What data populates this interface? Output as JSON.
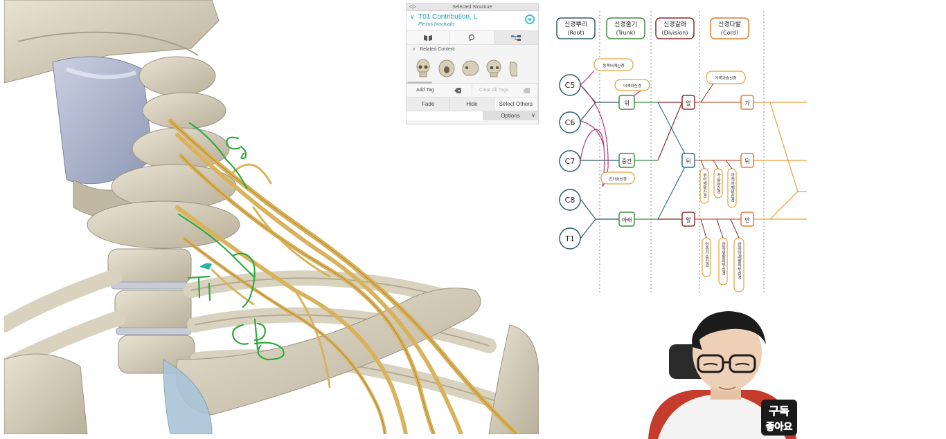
{
  "panel": {
    "window_title": "Selected Structure",
    "nav_arrows": "<|>",
    "selected_title": "T01 Contribution, L",
    "selected_latin": "Plexus brachialis",
    "selected_icon": "target-icon",
    "related_label": "Related Content",
    "add_tag_label": "Add Tag",
    "clear_tags_label": "Clear All Tags",
    "fade_label": "Fade",
    "hide_label": "Hide",
    "select_others_label": "Select Others",
    "options_label": "Options",
    "accent_color": "#1f9fb6"
  },
  "diagram": {
    "headers": [
      {
        "ko": "신경뿌리",
        "en": "(Root)",
        "color": "#2e5a6b"
      },
      {
        "ko": "신경줄기",
        "en": "(Trunk)",
        "color": "#3f8b3f"
      },
      {
        "ko": "신경갈래",
        "en": "(Division)",
        "color": "#8b2a2a"
      },
      {
        "ko": "신경다발",
        "en": "(Cord)",
        "color": "#e07a2f"
      }
    ],
    "roots": [
      "C5",
      "C6",
      "C7",
      "C8",
      "T1"
    ],
    "trunks": [
      "위",
      "중간",
      "아래"
    ],
    "divisions": [
      "앞",
      "뒤",
      "앞"
    ],
    "cords": [
      "가",
      "뒤",
      "안"
    ],
    "nerve_labels": {
      "dorsal_scapular": "등쪽어깨신경",
      "suprascapular": "어깨위신경",
      "long_thoracic": "긴가슴신경",
      "lateral_pectoral": "가쪽가슴신경",
      "upper_subscapular": "위어깨밑신경",
      "thoracodorsal": "가슴등신경",
      "lower_subscapular": "아래어깨밑신경",
      "medial_pectoral": "안쪽가슴신경",
      "medial_brachial_cutaneous": "안쪽위팔피부신경",
      "medial_antebrachial_cutaneous": "안쪽아래팔피부신경"
    }
  },
  "annotations": {
    "handwritten_c5": "C5",
    "handwritten_t1": "T1",
    "handwritten_cp": "CP"
  },
  "webcam": {
    "badge_top": "구독",
    "badge_bottom": "좋아요"
  }
}
